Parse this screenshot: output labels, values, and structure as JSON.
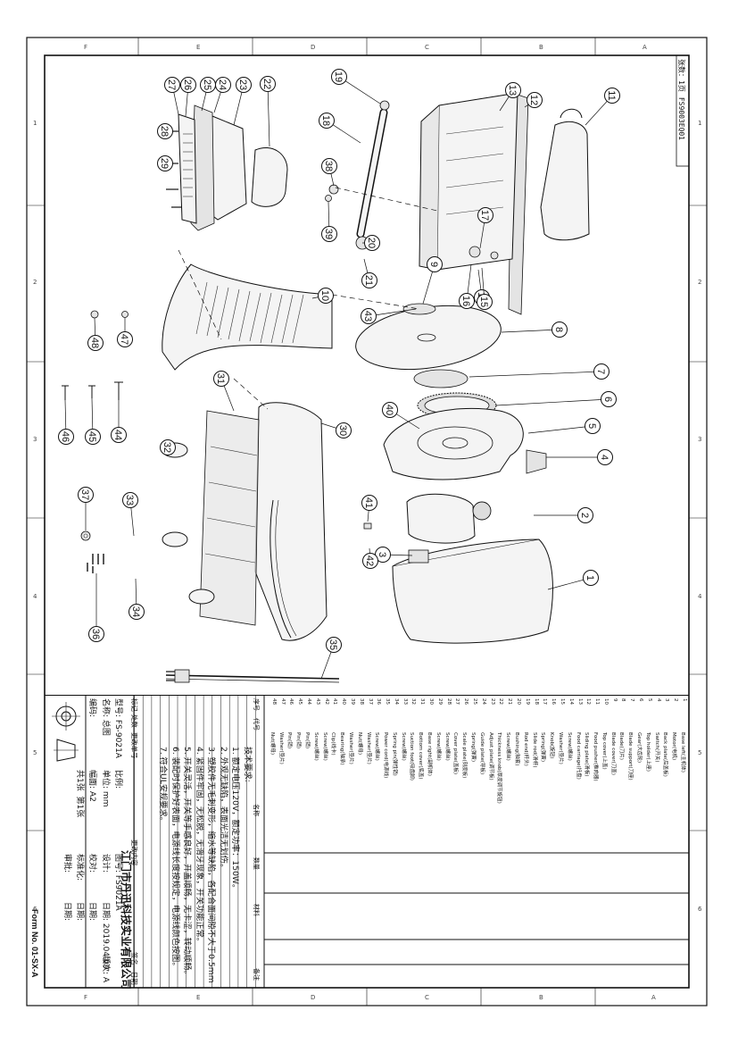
{
  "drawing_number": "FS9003EQ01",
  "sheet_label": "张数：1页",
  "zone_columns": [
    "F",
    "E",
    "D",
    "C",
    "B",
    "A"
  ],
  "zone_rows": [
    "1",
    "2",
    "3",
    "4",
    "5",
    "6"
  ],
  "part_callouts": [
    "1",
    "2",
    "3",
    "4",
    "5",
    "6",
    "7",
    "8",
    "9",
    "10",
    "11",
    "12",
    "13",
    "14",
    "15",
    "16",
    "17",
    "18",
    "19",
    "20",
    "21",
    "22",
    "23",
    "24",
    "25",
    "26",
    "27",
    "28",
    "29",
    "30",
    "31",
    "32",
    "33",
    "34",
    "35",
    "36",
    "37",
    "38",
    "39",
    "40",
    "41",
    "42",
    "43",
    "44",
    "45",
    "46",
    "47",
    "48"
  ],
  "title_block": {
    "revision_headers": {
      "mark": "标记",
      "count": "处数",
      "change_doc": "更改单号",
      "signature": "签名",
      "date": "日期",
      "content": "更改内容"
    },
    "model_label": "型号:",
    "model_value": "FS-9021A",
    "name_label": "名称:",
    "name_value": "总图",
    "code_label": "编码:",
    "scale_label": "比例:",
    "unit_label": "单位:",
    "unit_value": "mm",
    "sheet_size_label": "幅面:",
    "sheet_size_value": "A2",
    "sheet_total": "共1张",
    "sheet_no": "第1张",
    "drawing_no_label": "图号:",
    "drawing_no_value": "FS9021A",
    "design_label": "设计:",
    "check_label": "校对:",
    "standard_label": "标准化:",
    "approve_label": "审批:",
    "date_label": "日期:",
    "date_value": "2019.04.09",
    "version": "版次: A",
    "company": "江门市丹迅科技实业有限公司",
    "form_no": "Form No. 01-SX-A"
  },
  "technical_notes": {
    "heading": "技术要求:",
    "items": [
      "1. 额定电压120V，额定功率：150W。",
      "2. 外观无缺陷，表面光洁无划伤。",
      "3. 塑胶件无毛刺变形，缩水等缺陷，各配合面间隙不大于0.5mm",
      "4. 紧固件牢固，无松脱，无滑牙现象，开关功能正常。",
      "5. 开关灵活，开关等手感良好，开盖顺畅，无卡涩，转动顺畅。",
      "6. 装配时保护好表面，电源线长度按规定，电源线颜色按图。",
      "7. 符合UL安规要求。"
    ]
  },
  "bom_headers": [
    "序号",
    "代号",
    "名称",
    "数量",
    "材料",
    "备注"
  ],
  "bom_names": [
    "Base left(主机体)",
    "Motor(电机)",
    "Back plate(后盖板)",
    "Switch(开关)",
    "Top holder(上座)",
    "Gear(大齿轮)",
    "Blade support(刀座)",
    "Blade(刀片)",
    "Blade cover(刀盖)",
    "Top cover(上盖)",
    "Food pusher(推肉器)",
    "Sliding plate(滑板)",
    "Food carriage(托盘)",
    "Screw(螺丝)",
    "Washer(垫片)",
    "Knob(旋钮)",
    "Spring(弹簧)",
    "Slide rod(滑杆)",
    "Rod end(杆头)",
    "Bushing(轴套)",
    "Screw(螺丝)",
    "Thickness knob(厚度调节旋钮)",
    "Adjust plate(调节板)",
    "Guide plate(导板)",
    "Spring(弹簧)",
    "Scale plate(刻度板)",
    "Cover plate(盖板)",
    "Screw(螺丝)",
    "Screw(螺丝)",
    "Base right(副机体)",
    "Bottom cover(底盖)",
    "Suction foot(吸盘脚)",
    "Screw(螺丝)",
    "Spring pin(弹性销)",
    "Power cord(电源线)",
    "Screw(螺丝)",
    "Washer(垫片)",
    "Nut(螺母)",
    "Washer(垫片)",
    "Bearing(轴承)",
    "Clip(线卡)",
    "Screw(螺丝)",
    "Screw(螺丝)",
    "Pin(销)",
    "Pin(销)",
    "Pin(销)",
    "Washer(垫片)",
    "Nut(螺母)"
  ]
}
